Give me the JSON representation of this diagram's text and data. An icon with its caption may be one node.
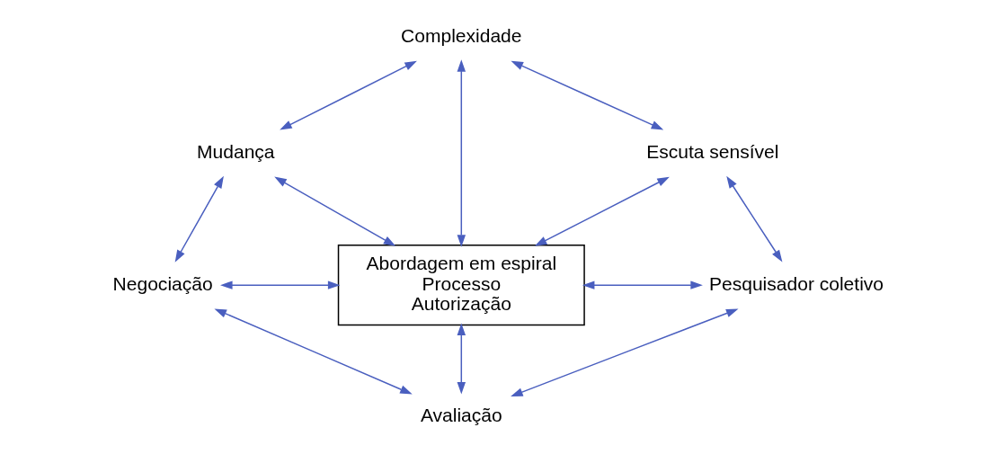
{
  "diagram": {
    "nodes": [
      {
        "text": [
          "Complexidade"
        ]
      },
      {
        "text": [
          "Mudança"
        ]
      },
      {
        "text": [
          "Escuta sensível"
        ]
      },
      {
        "text": [
          "Abordagem em espiral",
          "Processo",
          "Autorização"
        ]
      },
      {
        "text": [
          "Negociação"
        ]
      },
      {
        "text": [
          "Pesquisador coletivo"
        ]
      },
      {
        "text": [
          "Avaliação"
        ]
      }
    ],
    "edges": [
      {
        "from": 1,
        "to": 0,
        "arrow": "both"
      },
      {
        "from": 0,
        "to": 2,
        "arrow": "both"
      },
      {
        "from": 0,
        "to": 3,
        "arrow": "both"
      },
      {
        "from": 1,
        "to": 3,
        "arrow": "both"
      },
      {
        "from": 2,
        "to": 3,
        "arrow": "both"
      },
      {
        "from": 1,
        "to": 4,
        "arrow": "both"
      },
      {
        "from": 2,
        "to": 5,
        "arrow": "both"
      },
      {
        "from": 4,
        "to": 3,
        "arrow": "both"
      },
      {
        "from": 3,
        "to": 5,
        "arrow": "both"
      },
      {
        "from": 4,
        "to": 6,
        "arrow": "both"
      },
      {
        "from": 3,
        "to": 6,
        "arrow": "both"
      },
      {
        "from": 5,
        "to": 6,
        "arrow": "both"
      }
    ]
  }
}
